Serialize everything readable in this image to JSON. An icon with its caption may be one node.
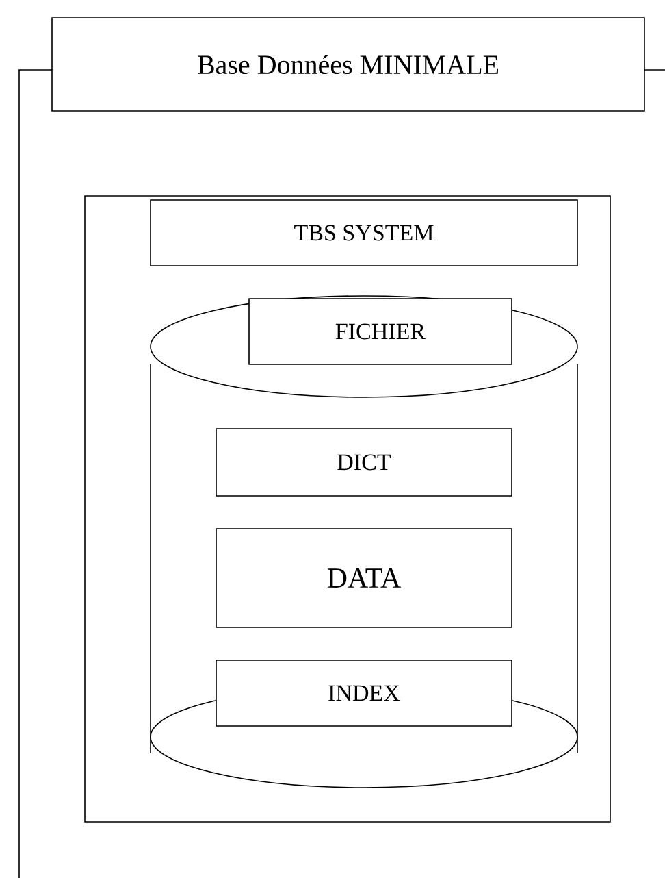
{
  "diagram": {
    "nodes": [
      {
        "text": [
          "Base Données MINIMALE"
        ]
      },
      {
        "text": [],
        "shape": "box",
        "in": 0
      },
      {
        "text": [
          "TBS SYSTEM"
        ],
        "in": 1
      },
      {
        "text": [],
        "shape": "cylinder",
        "in": 1
      },
      {
        "text": [
          "FICHIER"
        ],
        "in": 3
      },
      {
        "text": [
          "DICT"
        ],
        "in": 3
      },
      {
        "text": [
          "DATA"
        ],
        "in": 3
      },
      {
        "text": [
          "INDEX"
        ],
        "in": 3
      }
    ]
  }
}
